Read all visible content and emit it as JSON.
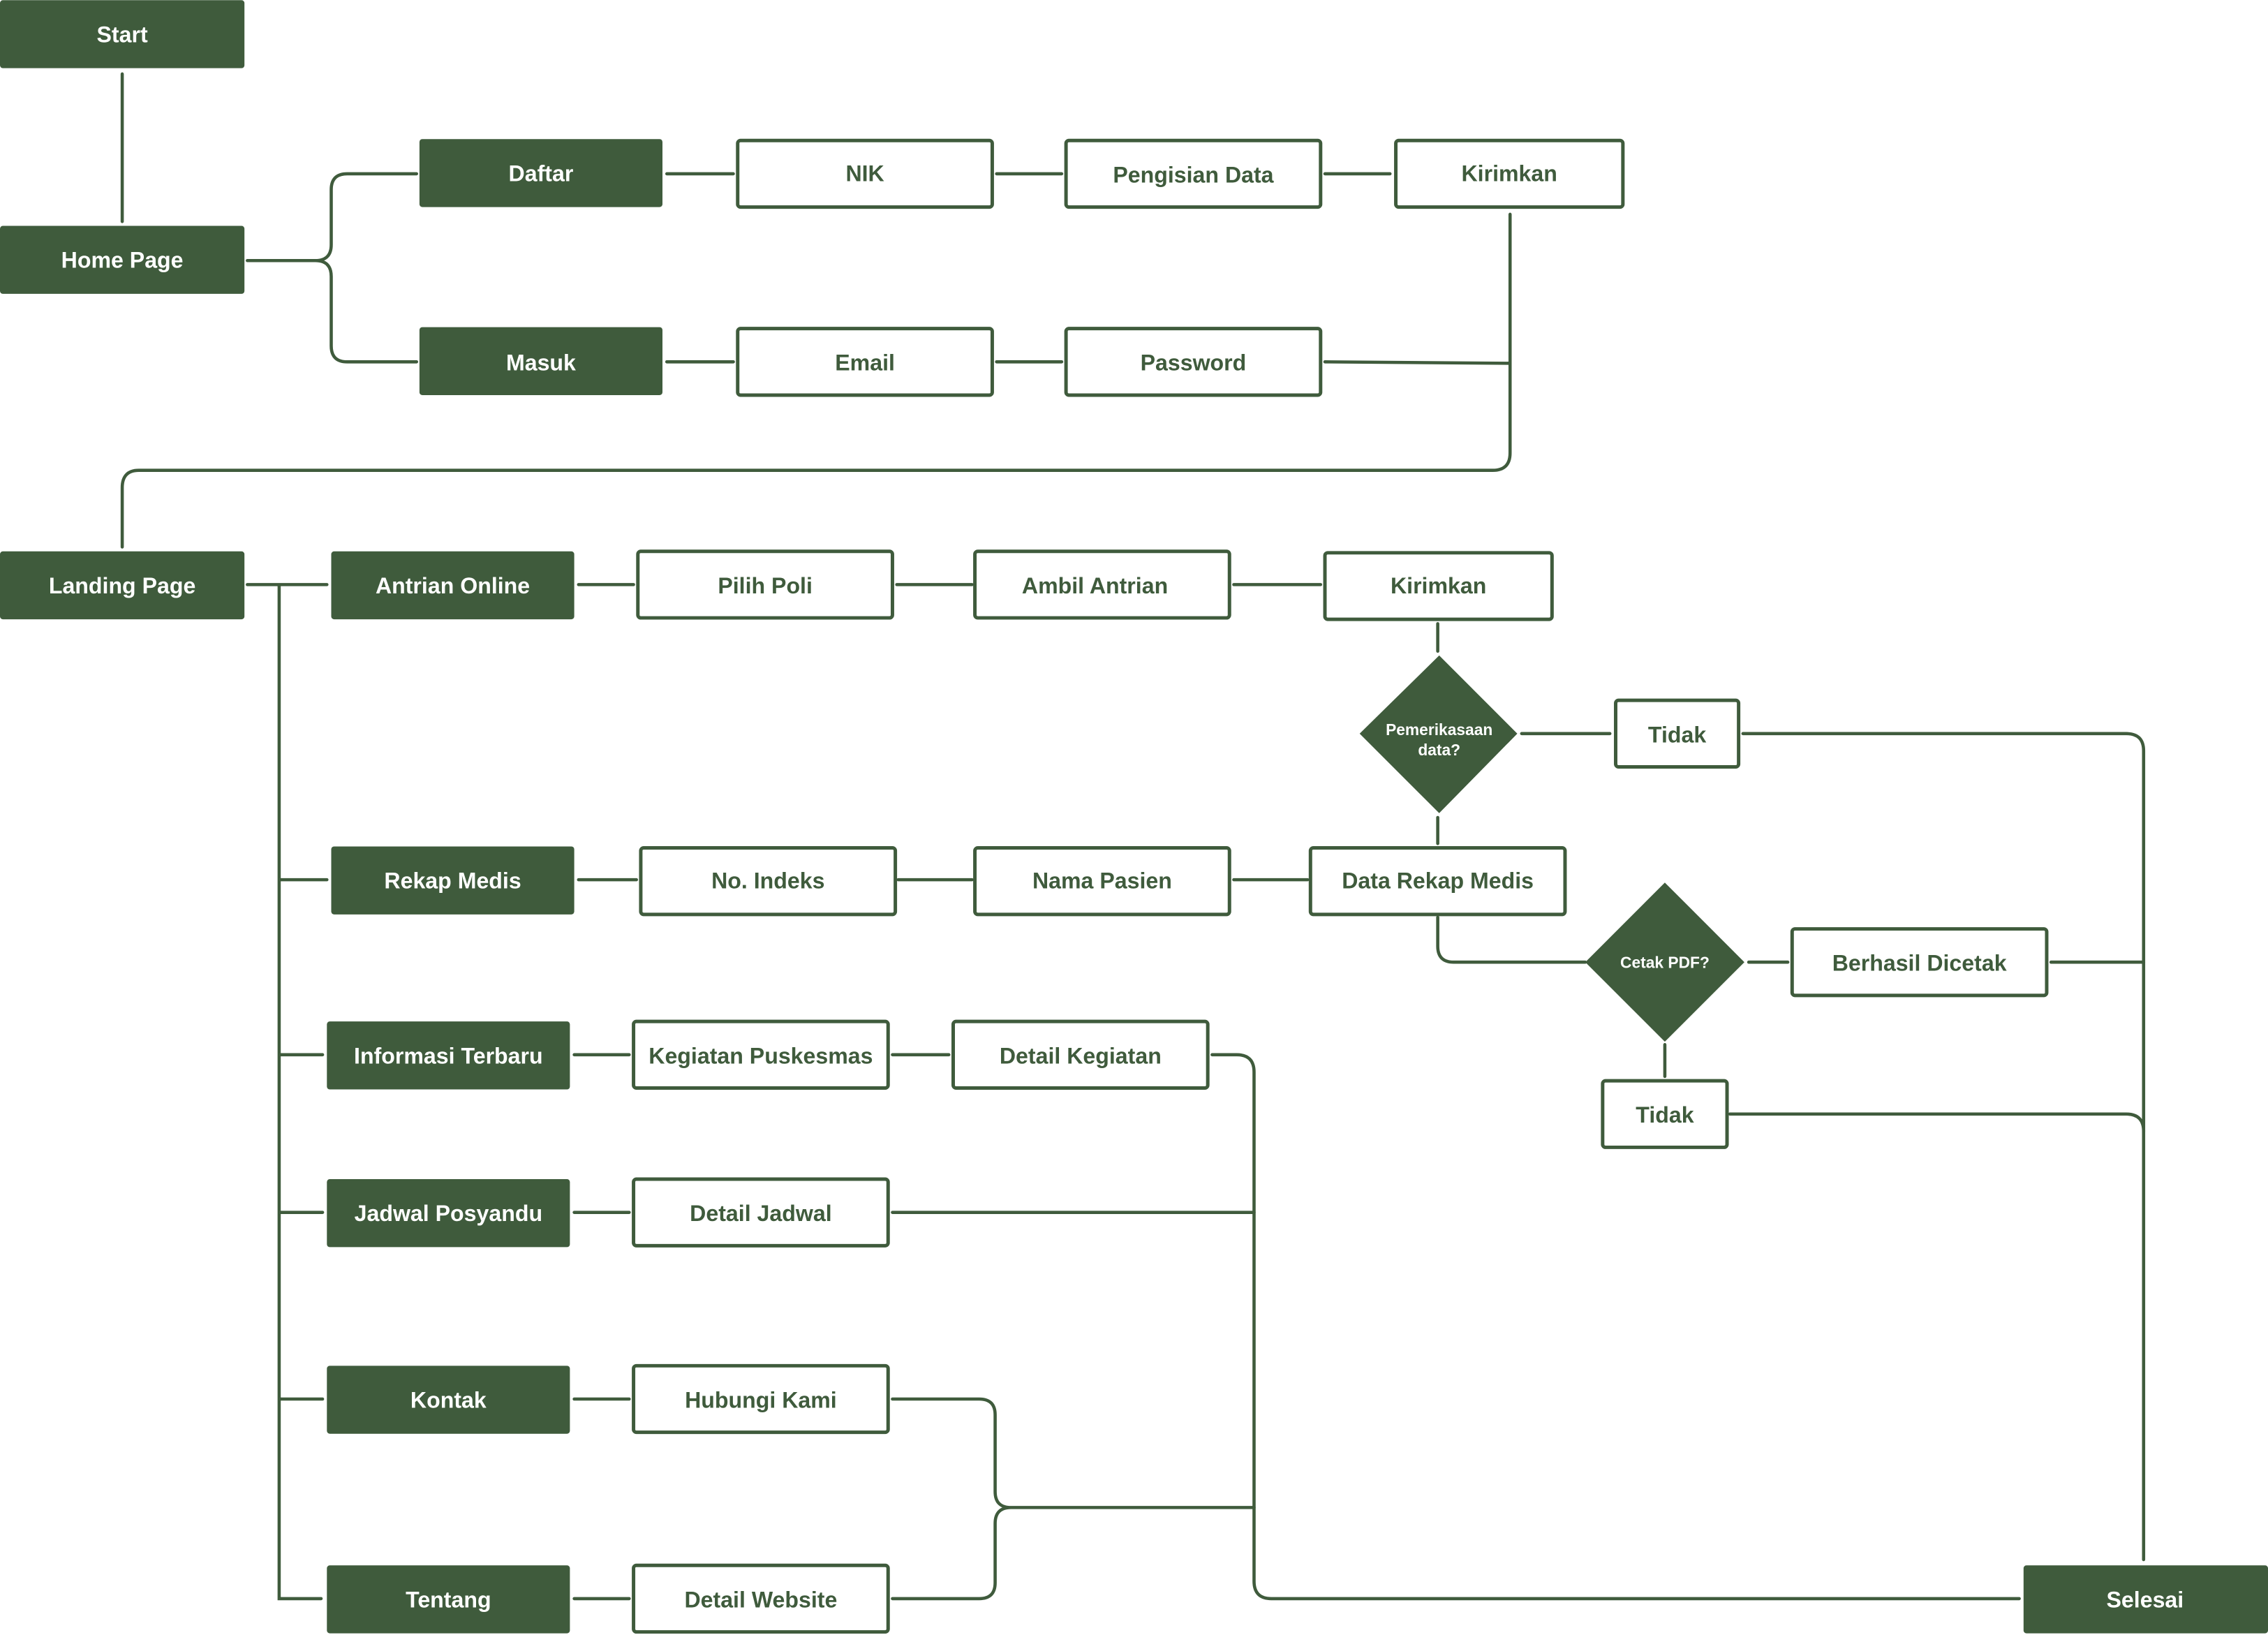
{
  "colors": {
    "primary": "#3f5b3c",
    "background": "#ffffff"
  },
  "nodes": {
    "start": "Start",
    "home_page": "Home Page",
    "daftar": "Daftar",
    "nik": "NIK",
    "pengisian_data": "Pengisian Data",
    "kirimkan_register": "Kirimkan",
    "masuk": "Masuk",
    "email": "Email",
    "password": "Password",
    "landing_page": "Landing Page",
    "antrian_online": "Antrian Online",
    "pilih_poli": "Pilih Poli",
    "ambil_antrian": "Ambil Antrian",
    "kirimkan_antrian": "Kirimkan",
    "pemeriksaan_line1": "Pemerikasaan",
    "pemeriksaan_line2": "data?",
    "tidak_1": "Tidak",
    "rekap_medis": "Rekap Medis",
    "no_indeks": "No. Indeks",
    "nama_pasien": "Nama Pasien",
    "data_rekap_medis": "Data Rekap Medis",
    "cetak_pdf": "Cetak PDF?",
    "berhasil_dicetak": "Berhasil Dicetak",
    "tidak_2": "Tidak",
    "informasi_terbaru": "Informasi Terbaru",
    "kegiatan_puskesmas": "Kegiatan Puskesmas",
    "detail_kegiatan": "Detail Kegiatan",
    "jadwal_posyandu": "Jadwal Posyandu",
    "detail_jadwal": "Detail Jadwal",
    "kontak": "Kontak",
    "hubungi_kami": "Hubungi Kami",
    "tentang": "Tentang",
    "detail_website": "Detail Website",
    "selesai": "Selesai"
  }
}
